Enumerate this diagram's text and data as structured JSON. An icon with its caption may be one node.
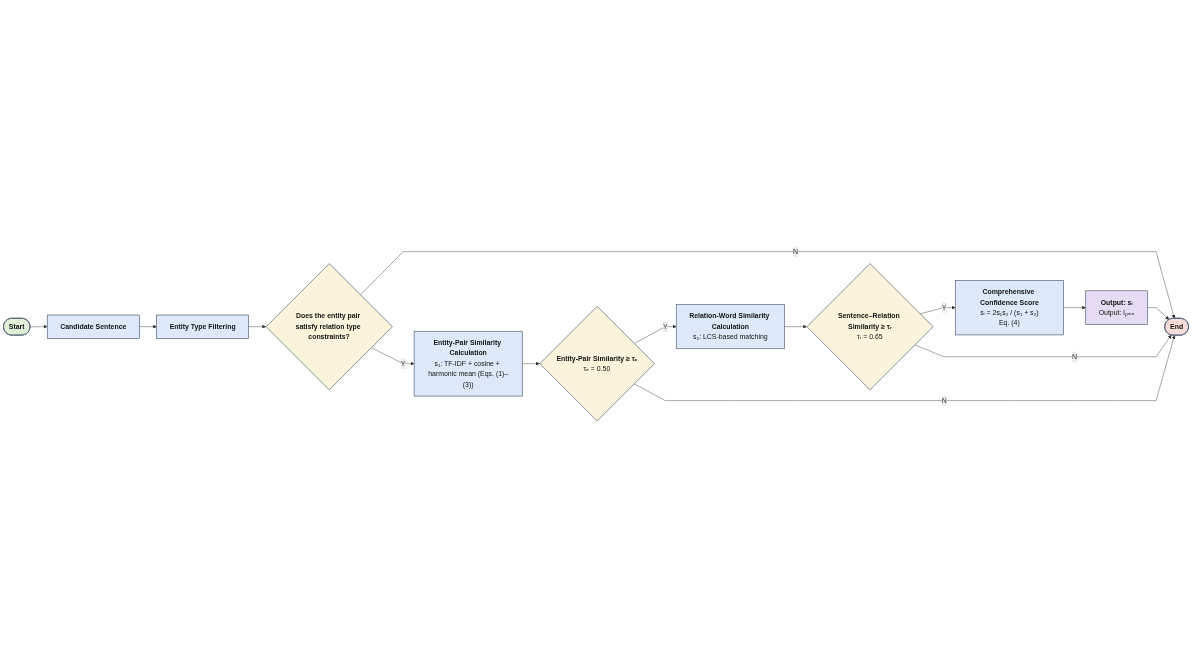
{
  "diagram": {
    "nodes": [
      {
        "text": [
          "Start"
        ]
      },
      {
        "text": [
          "Candidate Sentence"
        ]
      },
      {
        "text": [
          "Entity Type Filtering"
        ]
      },
      {
        "text": [
          "Does the entity pair satisfy relation type constraints?"
        ]
      },
      {
        "text": [
          "Entity-Pair Similarity Calculation",
          "s₁: TF-IDF + cosine + harmonic mean (Eqs. (1)–(3))"
        ]
      },
      {
        "text": [
          "Entity-Pair Similarity ≥ τₑ",
          "τₑ = 0.50"
        ]
      },
      {
        "text": [
          "Relation-Word Similarity Calculation",
          "s₂: LCS-based matching"
        ]
      },
      {
        "text": [
          "Sentence–Relation Similarity ≥ τᵣ",
          "τᵣ = 0.65"
        ]
      },
      {
        "text": [
          "Comprehensive Confidence Score",
          "sᵢ = 2s₁s₂ / (s₁ + s₂)",
          "Eq. (4)"
        ]
      },
      {
        "text": [
          "Output: sᵢ",
          "Output: lₚᵣᵢₒᵣ"
        ]
      },
      {
        "text": [
          "End"
        ]
      }
    ],
    "edges": [
      {
        "from": 0,
        "to": 1,
        "arrow": "to"
      },
      {
        "from": 1,
        "to": 2,
        "arrow": "to"
      },
      {
        "from": 2,
        "to": 3,
        "arrow": "to"
      },
      {
        "from": 3,
        "to": 4,
        "label": "Y",
        "arrow": "to"
      },
      {
        "from": 3,
        "to": 10,
        "label": "N",
        "arrow": "to"
      },
      {
        "from": 4,
        "to": 5,
        "arrow": "to"
      },
      {
        "from": 5,
        "to": 6,
        "label": "Y",
        "arrow": "to"
      },
      {
        "from": 6,
        "to": 7,
        "arrow": "to"
      },
      {
        "from": 7,
        "to": 8,
        "label": "Y",
        "arrow": "to"
      },
      {
        "from": 8,
        "to": 9,
        "arrow": "to"
      },
      {
        "from": 9,
        "to": 10,
        "arrow": "to"
      },
      {
        "from": 7,
        "to": 10,
        "label": "N",
        "arrow": "to"
      },
      {
        "from": 5,
        "to": 10,
        "label": "N",
        "arrow": "to"
      }
    ]
  }
}
